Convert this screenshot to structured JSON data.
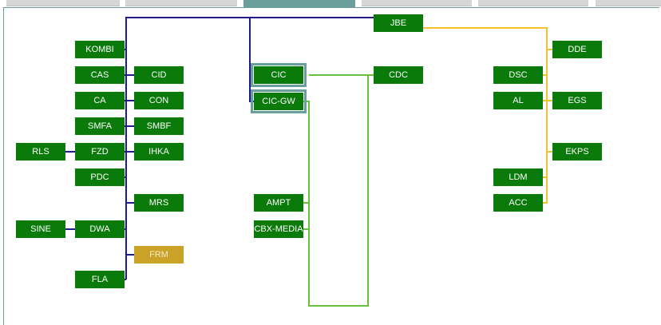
{
  "tabs": [
    {
      "label": "",
      "active": false
    },
    {
      "label": "",
      "active": false
    },
    {
      "label": "",
      "active": true
    },
    {
      "label": "",
      "active": false
    },
    {
      "label": "",
      "active": false
    },
    {
      "label": "",
      "active": false
    }
  ],
  "nodes": {
    "jbe": "JBE",
    "kombi": "KOMBI",
    "cas": "CAS",
    "cid": "CID",
    "ca": "CA",
    "con": "CON",
    "smfa": "SMFA",
    "smbf": "SMBF",
    "rls": "RLS",
    "fzd": "FZD",
    "ihka": "IHKA",
    "pdc": "PDC",
    "mrs": "MRS",
    "sine": "SINE",
    "dwa": "DWA",
    "frm": "FRM",
    "fla": "FLA",
    "cic": "CIC",
    "cic_gw": "CIC-GW",
    "cdc": "CDC",
    "ampt": "AMPT",
    "cbx_media": "CBX-MEDIA",
    "dde": "DDE",
    "dsc": "DSC",
    "al": "AL",
    "egs": "EGS",
    "ekps": "EKPS",
    "ldm": "LDM",
    "acc": "ACC"
  },
  "colors": {
    "node_ok": "#0a7a0a",
    "node_warning": "#c9a227",
    "bus_blue": "#1c1c8c",
    "bus_green": "#66c23a",
    "bus_yellow": "#f2c12e",
    "frame_teal": "#6a9e9b"
  }
}
